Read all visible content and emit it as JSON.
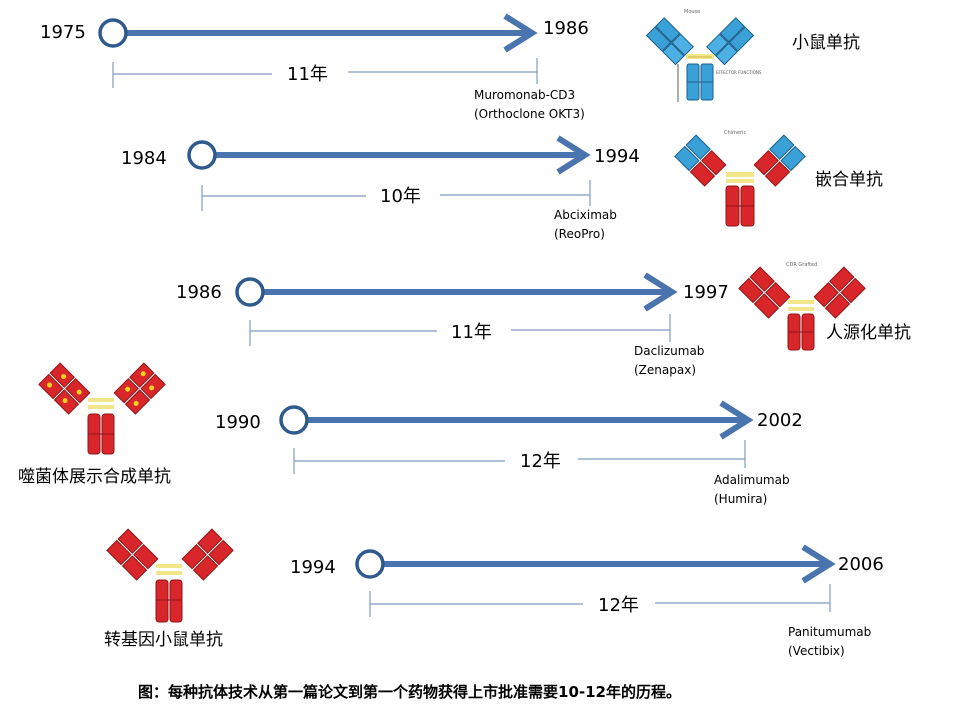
{
  "timelines": [
    {
      "start_year": "1975",
      "end_year": "1986",
      "duration": "11年",
      "drug_line1": "Muromonab-CD3",
      "drug_line2": "(Orthoclone OKT3)",
      "antibody_label": "小鼠单抗",
      "antibody_type": "mouse"
    },
    {
      "start_year": "1984",
      "end_year": "1994",
      "duration": "10年",
      "drug_line1": "Abciximab",
      "drug_line2": "(ReoPro)",
      "antibody_label": "嵌合单抗",
      "antibody_type": "chimeric"
    },
    {
      "start_year": "1986",
      "end_year": "1997",
      "duration": "11年",
      "drug_line1": "Daclizumab",
      "drug_line2": "(Zenapax)",
      "antibody_label": "人源化单抗",
      "antibody_type": "humanized"
    },
    {
      "start_year": "1990",
      "end_year": "2002",
      "duration": "12年",
      "drug_line1": "Adalimumab",
      "drug_line2": "(Humira)",
      "antibody_label": "噬菌体展示合成单抗",
      "antibody_type": "phage-display"
    },
    {
      "start_year": "1994",
      "end_year": "2006",
      "duration": "12年",
      "drug_line1": "Panitumumab",
      "drug_line2": "(Vectibix)",
      "antibody_label": "转基因小鼠单抗",
      "antibody_type": "transgenic"
    }
  ],
  "mini_labels": {
    "mouse": "Mouse",
    "chimeric": "Chimeric",
    "humanized": "CDR Grafted",
    "effector": "EFFECTOR FUNCTIONS"
  },
  "caption": "图：每种抗体技术从第一篇论文到第一个药物获得上市批准需要10-12年的历程。",
  "colors": {
    "arrow": "#4a74ae",
    "scale_line": "#8aa3c6",
    "mouse_blue": "#3aa0d8",
    "human_red": "#d9262a",
    "hinge_yellow": "#f2e68a",
    "dot_yellow": "#f7d21f"
  }
}
